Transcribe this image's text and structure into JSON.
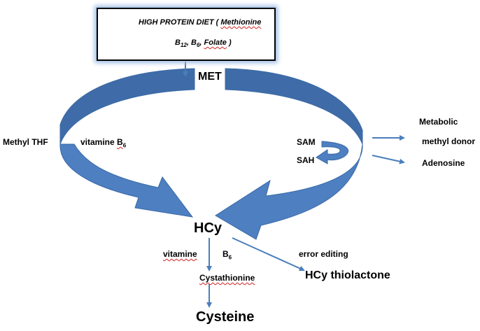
{
  "colors": {
    "arrow_fill": "#4d7fc1",
    "arrow_dark": "#3a659f",
    "arrow_stroke": "#3b6aa6",
    "line": "#4a7ebb",
    "box_border": "#000000",
    "box_glow": "#9fbde4",
    "squiggle": "#d42020"
  },
  "diet": {
    "line1_prefix": "HIGH PROTEIN DIET  ( ",
    "line1_methionine": "Methionine",
    "b12_b": "B",
    "b12_sub": "12",
    "sep1": ", ",
    "b6_b": "B",
    "b6_sub": "6",
    "sep2": ", ",
    "folate": "Folate",
    "close": " )"
  },
  "nodes": {
    "met": "MET",
    "hcy": "HCy",
    "sam": "SAM",
    "sah": "SAH",
    "cystathionine": "Cystathionine",
    "cysteine": "Cysteine",
    "hcy_thiolactone": "HCy thiolactone"
  },
  "labels": {
    "methyl_thf": "Methyl THF",
    "vitamine_b6_left_word": "vitamine",
    "vitamine_b6_left_b": "B",
    "vitamine_b6_left_sub": "6",
    "vitamine_lower": "vitamine",
    "b6_lower_b": "B",
    "b6_lower_sub": "6",
    "error_editing": "error editing",
    "metabolic": "Metabolic",
    "methyl_donor": "methyl donor",
    "adenosine": "Adenosine"
  }
}
